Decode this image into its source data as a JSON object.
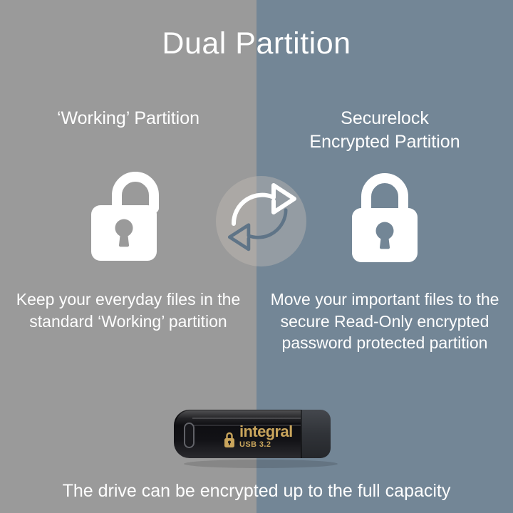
{
  "title": "Dual Partition",
  "colors": {
    "panel_left": "#9a9a9a",
    "panel_right": "#738696",
    "text": "#ffffff",
    "arrow_back": "#5f7487",
    "usb_body": "#141418",
    "usb_cap": "#34373d",
    "brand_gold": "#c9a55c"
  },
  "left_column": {
    "heading": "‘Working’ Partition",
    "icon": "open-padlock-icon",
    "body": "Keep your everyday files in the standard ‘Working’ partition"
  },
  "center": {
    "icon": "sync-arrows-icon",
    "arrow_forward": "arrow-right-icon",
    "arrow_back": "arrow-left-icon"
  },
  "right_column": {
    "heading_line1": "Securelock",
    "heading_line2": "Encrypted Partition",
    "icon": "closed-padlock-icon",
    "body": "Move your important files to the secure Read-Only encrypted password protected partition"
  },
  "usb_drive": {
    "brand": "integral",
    "spec": "USB 3.2",
    "lock_badge": "lock-icon"
  },
  "caption": "The drive can be encrypted up to the full capacity"
}
